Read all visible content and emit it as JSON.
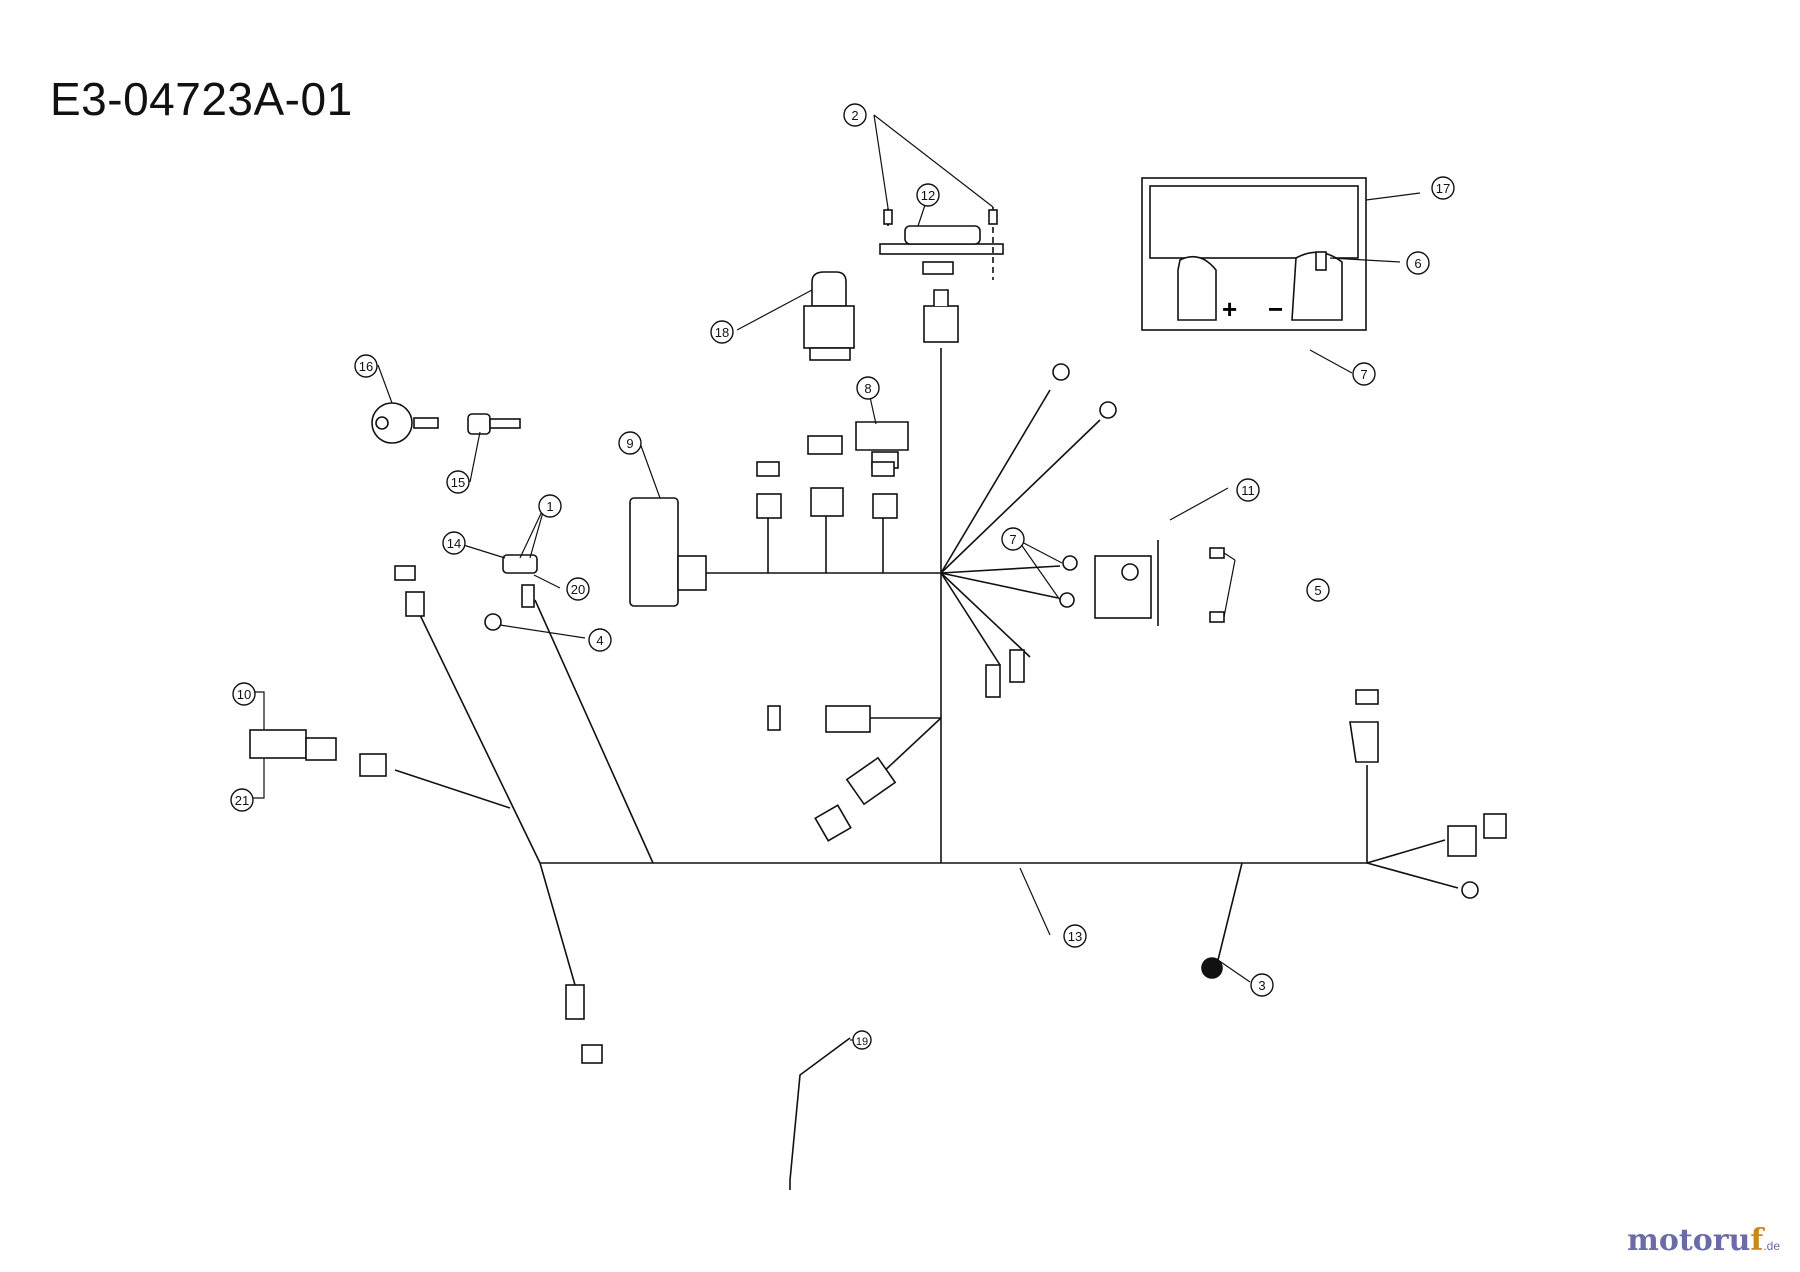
{
  "title": "E3-04723A-01",
  "brand": {
    "main": "motoru",
    "accent": "f",
    "suffix": ".de"
  },
  "callouts": [
    "1",
    "2",
    "3",
    "4",
    "5",
    "6",
    "7",
    "7",
    "8",
    "9",
    "10",
    "11",
    "12",
    "13",
    "14",
    "15",
    "16",
    "17",
    "18",
    "19",
    "20",
    "21"
  ],
  "battery_labels": {
    "plus": "+",
    "minus": "−"
  },
  "colors": {
    "line": "#111111",
    "brand_blue": "#6b6ba8",
    "brand_orange": "#c8881c"
  }
}
